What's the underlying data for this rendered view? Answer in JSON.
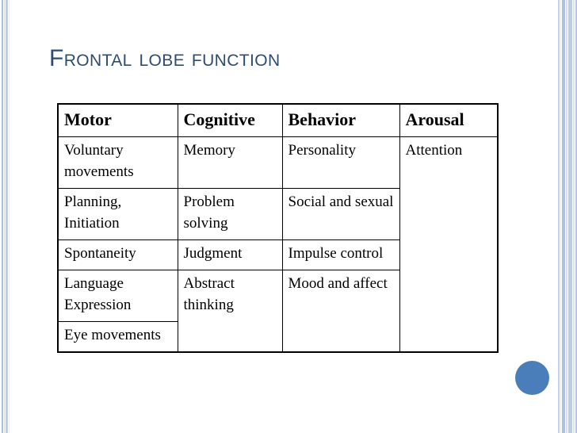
{
  "slide": {
    "title": "Frontal lobe function",
    "background_color": "#ffffff",
    "title_color": "#2E4C71",
    "accent_color": "#4A7EBB"
  },
  "decor": {
    "circle_name": "blue-circle-decoration",
    "left_stripes_color": "#a9bfdf",
    "right_stripes_color": "#bbcee8"
  },
  "table": {
    "headers": [
      "Motor",
      "Cognitive",
      "Behavior",
      "Arousal"
    ],
    "rows": [
      {
        "motor": "Voluntary movements",
        "cognitive": "Memory",
        "behavior": "Personality",
        "arousal": "Attention"
      },
      {
        "motor": "Planning, Initiation",
        "cognitive": "Problem solving",
        "behavior": "Social and sexual",
        "arousal": ""
      },
      {
        "motor": "Spontaneity",
        "cognitive": "Judgment",
        "behavior": "Impulse control",
        "arousal": ""
      },
      {
        "motor": "Language Expression",
        "cognitive": "Abstract thinking",
        "behavior": "Mood and affect",
        "arousal": ""
      },
      {
        "motor": "Eye movements",
        "cognitive": "",
        "behavior": "",
        "arousal": ""
      }
    ]
  }
}
